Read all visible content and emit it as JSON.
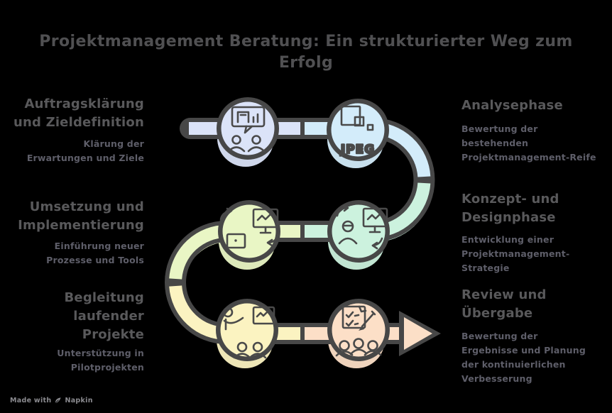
{
  "title": "Projektmanagement Beratung: Ein strukturierter Weg zum\nErfolg",
  "steps": [
    {
      "id": 1,
      "side": "left",
      "heading": "Auftragsklärung\nund Zieldefinition",
      "description": "Klärung der\nErwartungen und Ziele",
      "color": "#dbe3f8",
      "icon": "meeting-discussion-icon"
    },
    {
      "id": 2,
      "side": "right",
      "heading": "Analysephase",
      "description": "Bewertung der\nbestehenden\nProjektmanagement-Reife",
      "color": "#d3ecfa",
      "icon": "jpeg-image-file-icon",
      "icon_label": "JPEG"
    },
    {
      "id": 3,
      "side": "left",
      "heading": "Umsetzung und\nImplementierung",
      "description": "Einführung neuer\nProzesse und Tools",
      "color": "#e9f6c5",
      "icon": "device-sync-icon"
    },
    {
      "id": 4,
      "side": "right",
      "heading": "Konzept- und\nDesignphase",
      "description": "Entwicklung einer\nProjektmanagement-\nStrategie",
      "color": "#ccf2de",
      "icon": "user-screen-sync-icon"
    },
    {
      "id": 5,
      "side": "left",
      "heading": "Begleitung\nlaufender\nProjekte",
      "description": "Unterstützung in\nPilotprojekten",
      "color": "#fbf3c1",
      "icon": "presentation-training-icon"
    },
    {
      "id": 6,
      "side": "right",
      "heading": "Review und\nÜbergabe",
      "description": "Bewertung der\nErgebnisse und Planung\nder kontinuierlichen\nVerbesserung",
      "color": "#fcdfc7",
      "icon": "checklist-team-icon"
    }
  ],
  "colors": {
    "outline": "#474747",
    "background": "#000000"
  },
  "footer": {
    "made_with": "Made with",
    "brand": "Napkin",
    "logo": "napkin-pen-nib-icon"
  }
}
